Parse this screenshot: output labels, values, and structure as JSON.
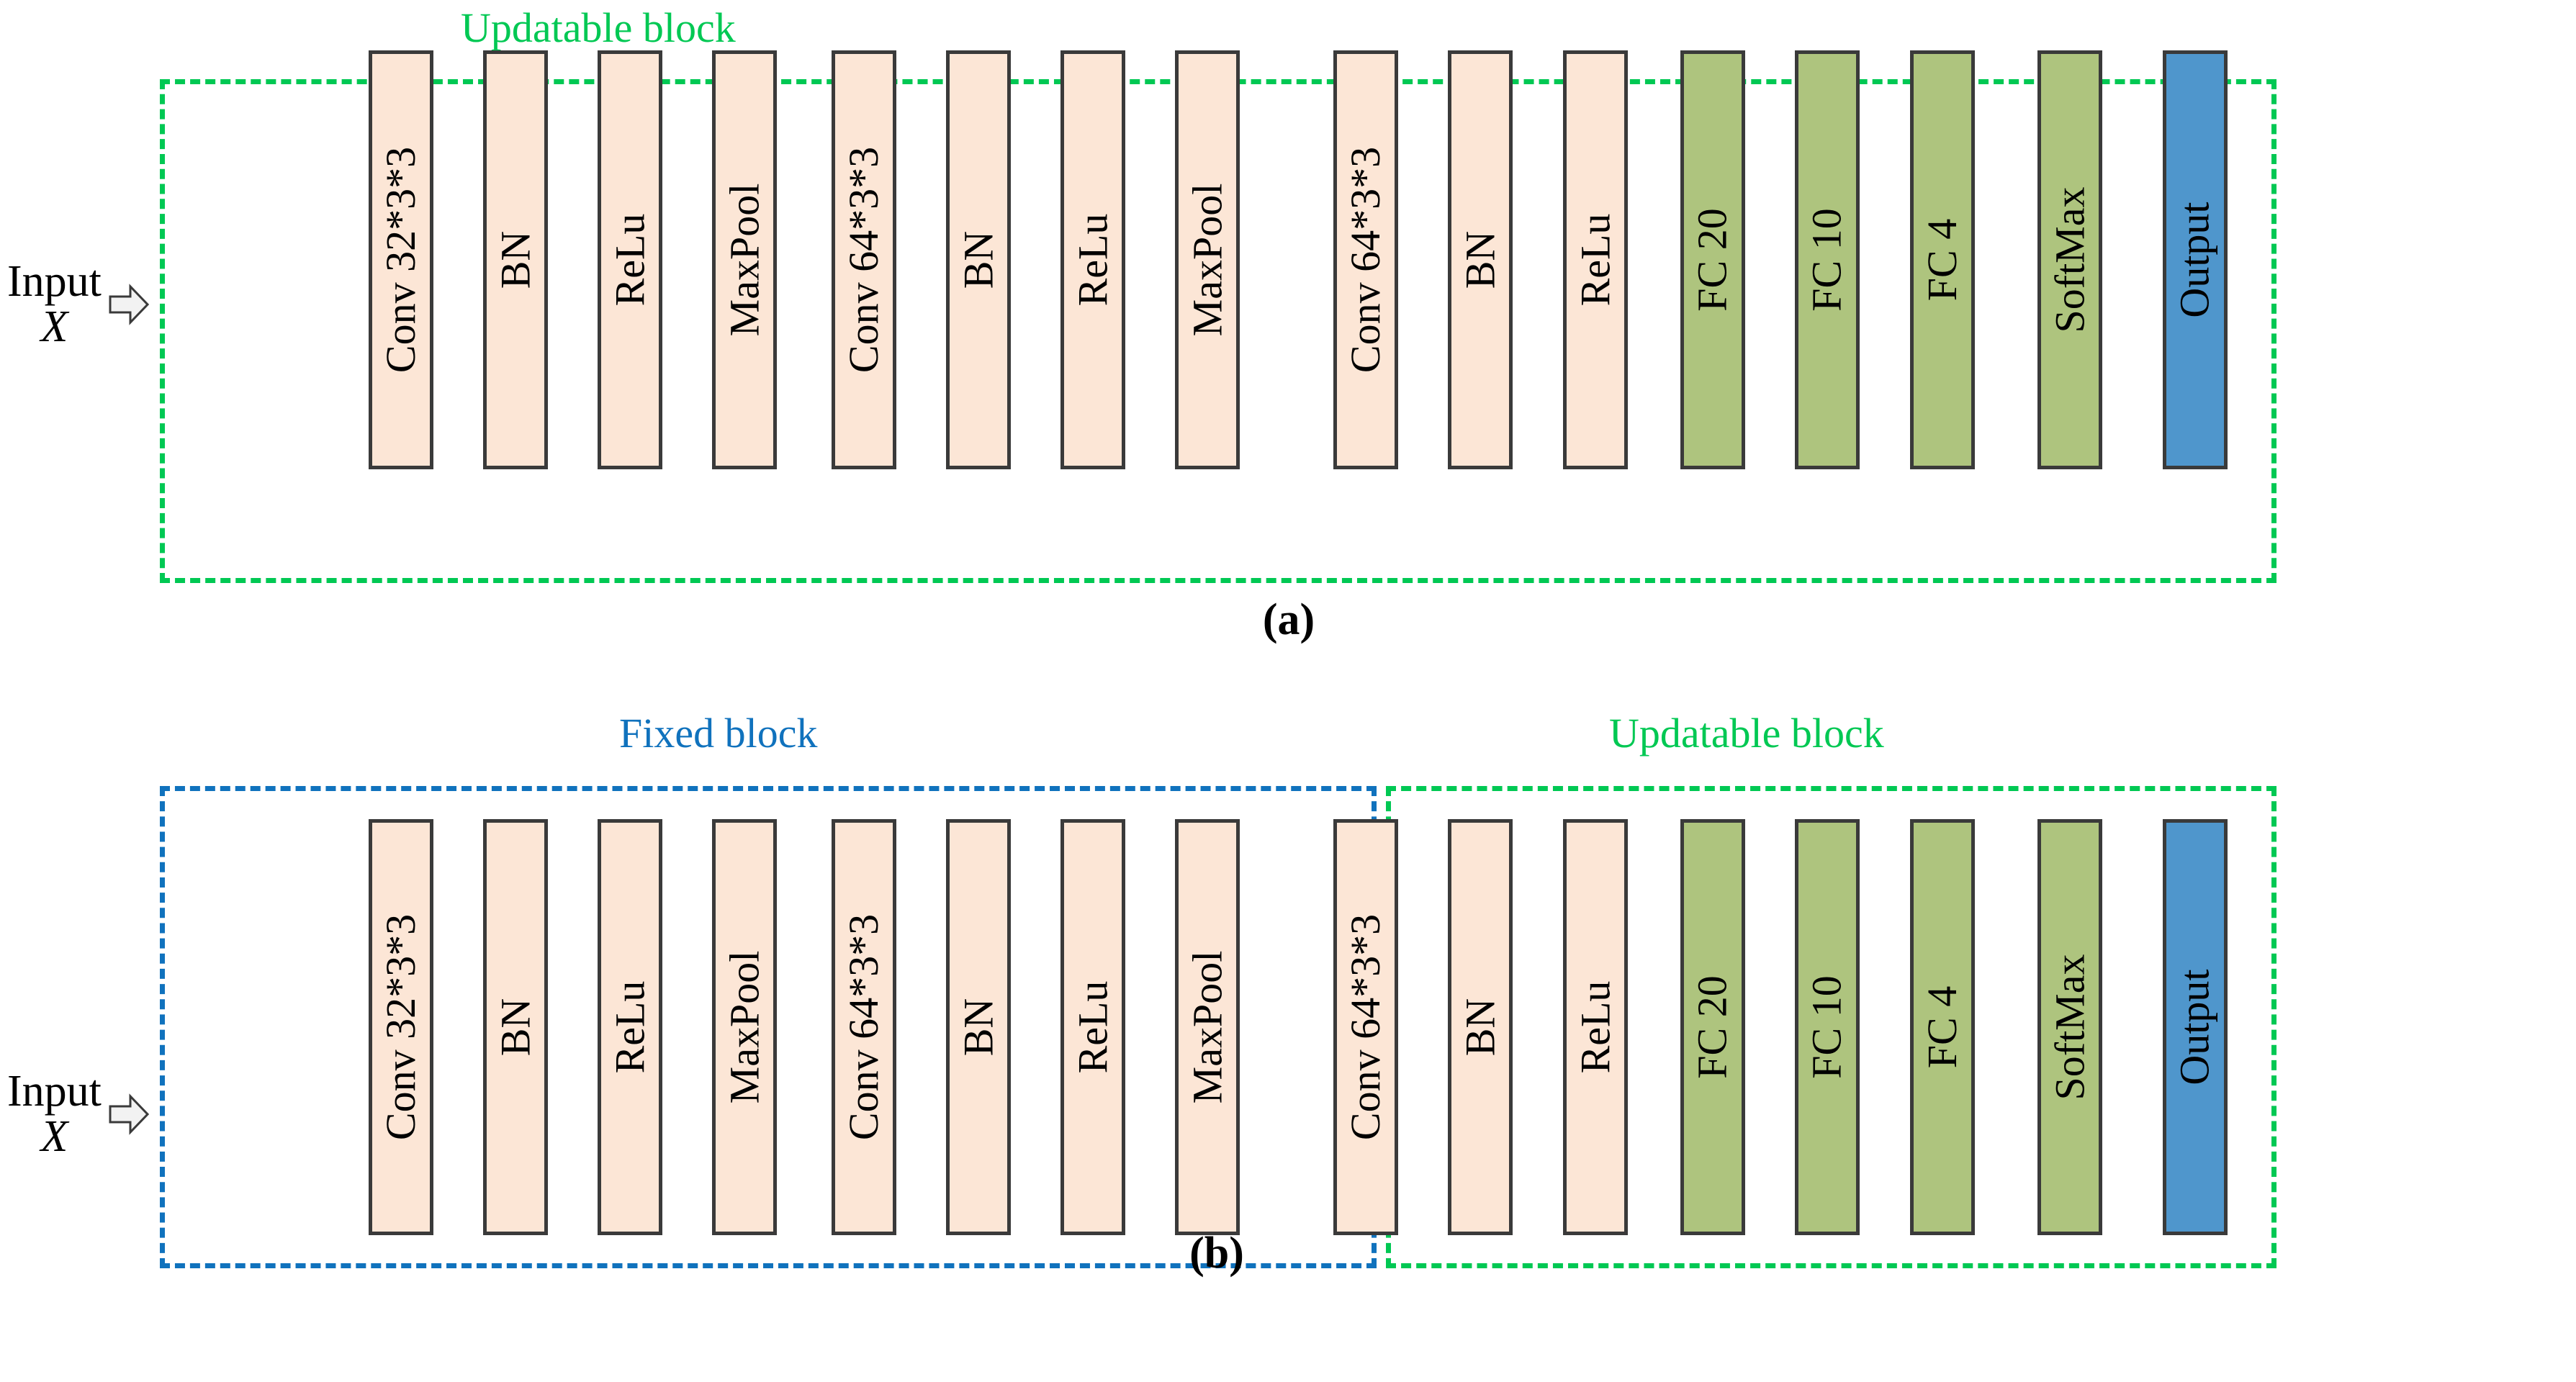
{
  "figure": {
    "type": "diagram",
    "description": "Two CNN architecture diagrams (a) and (b) showing layer stacks with dashed region groupings"
  },
  "colors": {
    "updatable_block": "#00C853",
    "fixed_block": "#1072BD",
    "conv_fill": "#FCE6D6",
    "fc_fill": "#AEC47E",
    "output_fill": "#4F96CC",
    "box_border": "#3A3A3A",
    "text": "#000000"
  },
  "panels": [
    {
      "id": "a",
      "caption": "(a)",
      "input": {
        "label": "Input",
        "symbol": "X",
        "arrow": "right-block-arrow"
      },
      "regions": [
        {
          "name": "updatable",
          "title": "Updatable block",
          "color": "#00C853"
        }
      ],
      "layers": [
        {
          "label": "Conv 32*3*3",
          "fill": "#FCE6D6",
          "kind": "conv"
        },
        {
          "label": "BN",
          "fill": "#FCE6D6",
          "kind": "bn"
        },
        {
          "label": "ReLu",
          "fill": "#FCE6D6",
          "kind": "relu"
        },
        {
          "label": "MaxPool",
          "fill": "#FCE6D6",
          "kind": "maxpool"
        },
        {
          "label": "Conv 64*3*3",
          "fill": "#FCE6D6",
          "kind": "conv"
        },
        {
          "label": "BN",
          "fill": "#FCE6D6",
          "kind": "bn"
        },
        {
          "label": "ReLu",
          "fill": "#FCE6D6",
          "kind": "relu"
        },
        {
          "label": "MaxPool",
          "fill": "#FCE6D6",
          "kind": "maxpool"
        },
        {
          "label": "Conv 64*3*3",
          "fill": "#FCE6D6",
          "kind": "conv"
        },
        {
          "label": "BN",
          "fill": "#FCE6D6",
          "kind": "bn"
        },
        {
          "label": "ReLu",
          "fill": "#FCE6D6",
          "kind": "relu"
        },
        {
          "label": "FC 20",
          "fill": "#AEC47E",
          "kind": "fc"
        },
        {
          "label": "FC 10",
          "fill": "#AEC47E",
          "kind": "fc"
        },
        {
          "label": "FC 4",
          "fill": "#AEC47E",
          "kind": "fc"
        },
        {
          "label": "SoftMax",
          "fill": "#AEC47E",
          "kind": "softmax"
        },
        {
          "label": "Output",
          "fill": "#4F96CC",
          "kind": "output"
        }
      ]
    },
    {
      "id": "b",
      "caption": "(b)",
      "input": {
        "label": "Input",
        "symbol": "X",
        "arrow": "right-block-arrow"
      },
      "regions": [
        {
          "name": "fixed",
          "title": "Fixed block",
          "color": "#1072BD"
        },
        {
          "name": "updatable",
          "title": "Updatable block",
          "color": "#00C853"
        }
      ],
      "layers": [
        {
          "label": "Conv 32*3*3",
          "fill": "#FCE6D6",
          "kind": "conv",
          "region": "fixed"
        },
        {
          "label": "BN",
          "fill": "#FCE6D6",
          "kind": "bn",
          "region": "fixed"
        },
        {
          "label": "ReLu",
          "fill": "#FCE6D6",
          "kind": "relu",
          "region": "fixed"
        },
        {
          "label": "MaxPool",
          "fill": "#FCE6D6",
          "kind": "maxpool",
          "region": "fixed"
        },
        {
          "label": "Conv 64*3*3",
          "fill": "#FCE6D6",
          "kind": "conv",
          "region": "fixed"
        },
        {
          "label": "BN",
          "fill": "#FCE6D6",
          "kind": "bn",
          "region": "fixed"
        },
        {
          "label": "ReLu",
          "fill": "#FCE6D6",
          "kind": "relu",
          "region": "fixed"
        },
        {
          "label": "MaxPool",
          "fill": "#FCE6D6",
          "kind": "maxpool",
          "region": "fixed"
        },
        {
          "label": "Conv 64*3*3",
          "fill": "#FCE6D6",
          "kind": "conv",
          "region": "updatable"
        },
        {
          "label": "BN",
          "fill": "#FCE6D6",
          "kind": "bn",
          "region": "updatable"
        },
        {
          "label": "ReLu",
          "fill": "#FCE6D6",
          "kind": "relu",
          "region": "updatable"
        },
        {
          "label": "FC 20",
          "fill": "#AEC47E",
          "kind": "fc",
          "region": "updatable"
        },
        {
          "label": "FC 10",
          "fill": "#AEC47E",
          "kind": "fc",
          "region": "updatable"
        },
        {
          "label": "FC 4",
          "fill": "#AEC47E",
          "kind": "fc",
          "region": "updatable"
        },
        {
          "label": "SoftMax",
          "fill": "#AEC47E",
          "kind": "softmax",
          "region": "outside"
        },
        {
          "label": "Output",
          "fill": "#4F96CC",
          "kind": "output",
          "region": "outside"
        }
      ]
    }
  ]
}
